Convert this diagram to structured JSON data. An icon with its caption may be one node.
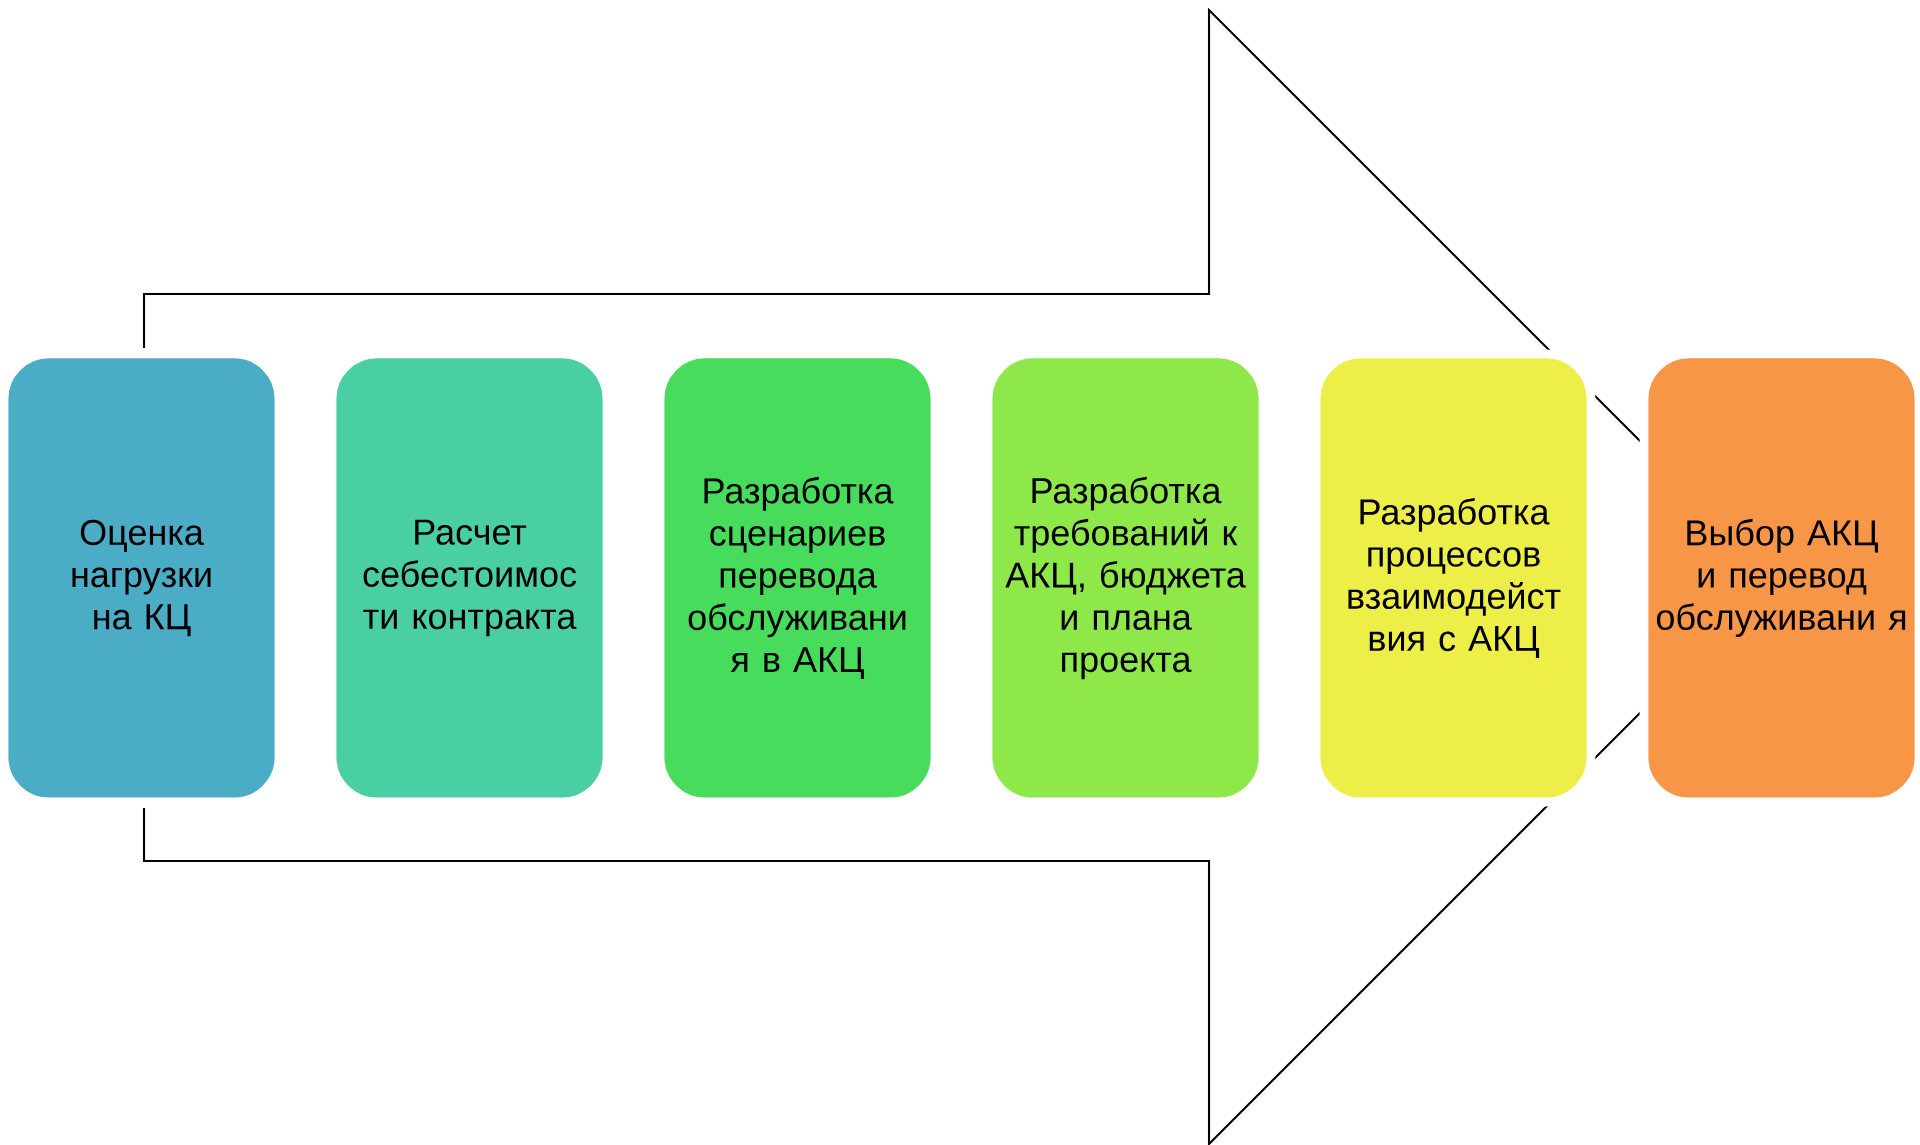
{
  "diagram": {
    "nodes": [
      {
        "text": [
          "Оценка нагрузки на КЦ"
        ]
      },
      {
        "text": [
          "Расчет себестоимос ти контракта"
        ]
      },
      {
        "text": [
          "Разработка сценариев перевода обслуживани я в АКЦ"
        ]
      },
      {
        "text": [
          "Разработка требований к АКЦ, бюджета и плана проекта"
        ]
      },
      {
        "text": [
          "Разработка процессов взаимодейст вия с АКЦ"
        ]
      },
      {
        "text": [
          "Выбор АКЦ и перевод обслуживани я"
        ]
      }
    ]
  }
}
